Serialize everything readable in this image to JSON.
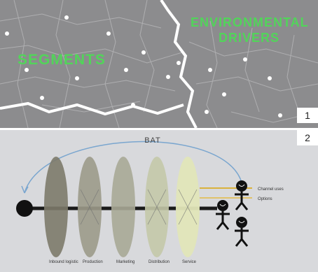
{
  "panel1": {
    "segments_label": "SEGMENTS",
    "environmental_line1": "ENVIRONMENTAL",
    "environmental_line2": "DRIVERS",
    "number": "1"
  },
  "panel2": {
    "title": "BAT",
    "number": "2",
    "stage_labels": [
      "Inbound logistic",
      "Production",
      "Marketing",
      "Distribution",
      "Service"
    ],
    "legend": [
      "Channel uses",
      "Options"
    ],
    "colors": {
      "disc_dark": "#7d7a6a",
      "disc_mid": "#9c9a8a",
      "disc_light": "#c4c8a8",
      "disc_lightest": "#e1e6b8",
      "arc": "#7aa6cf"
    }
  }
}
